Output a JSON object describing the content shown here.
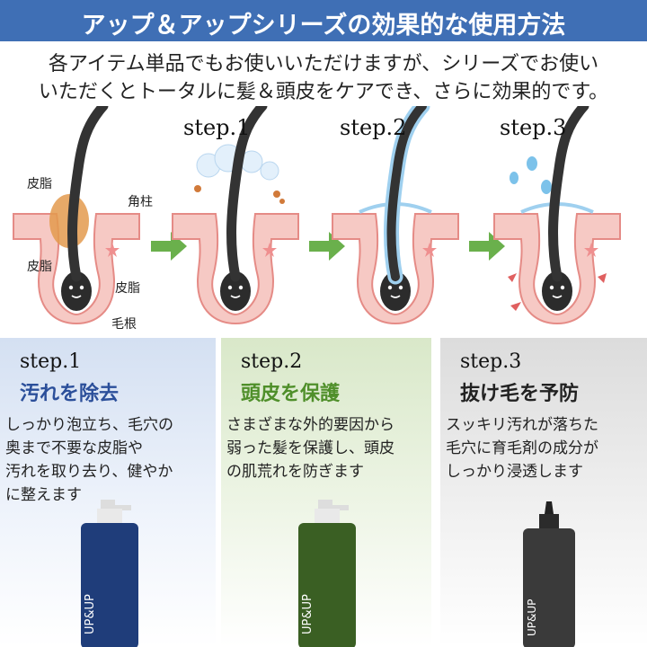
{
  "banner": {
    "title": "アップ＆アップシリーズの効果的な使用方法"
  },
  "intro": {
    "line1": "各アイテム単品でもお使いいただけますが、シリーズでお使い",
    "line2": "いただくとトータルに髪＆頭皮をケアでき、さらに効果的です。"
  },
  "diagram": {
    "step_labels": [
      "step.1",
      "step.2",
      "step.3"
    ],
    "hair_labels": {
      "sebum_top": "皮脂",
      "keratin": "角柱",
      "sebum_left": "皮脂",
      "sebum_right": "皮脂",
      "root": "毛根"
    },
    "colors": {
      "skin": "#f6c9c4",
      "skin_line": "#e58b86",
      "arrow": "#6ab04c",
      "hair": "#333333",
      "sebum": "#e39a4e"
    }
  },
  "panels": [
    {
      "step": "step.1",
      "title": "汚れを除去",
      "title_color": "#2b4f9a",
      "body": "しっかり泡立ち、毛穴の\n奥まで不要な皮脂や\n汚れを取り去り、健やか\nに整えます",
      "bottle_color": "#1f3d7a",
      "bottle_text": "UP&UP"
    },
    {
      "step": "step.2",
      "title": "頭皮を保護",
      "title_color": "#4f8f2a",
      "body": "さまざまな外的要因から\n弱った髪を保護し、頭皮\nの肌荒れを防ぎます",
      "bottle_color": "#3a5f23",
      "bottle_text": "UP&UP"
    },
    {
      "step": "step.3",
      "title": "抜け毛を予防",
      "title_color": "#222222",
      "body": "スッキリ汚れが落ちた\n毛穴に育毛剤の成分が\nしっかり浸透します",
      "bottle_color": "#3a3a3a",
      "bottle_text": "UP&UP"
    }
  ]
}
